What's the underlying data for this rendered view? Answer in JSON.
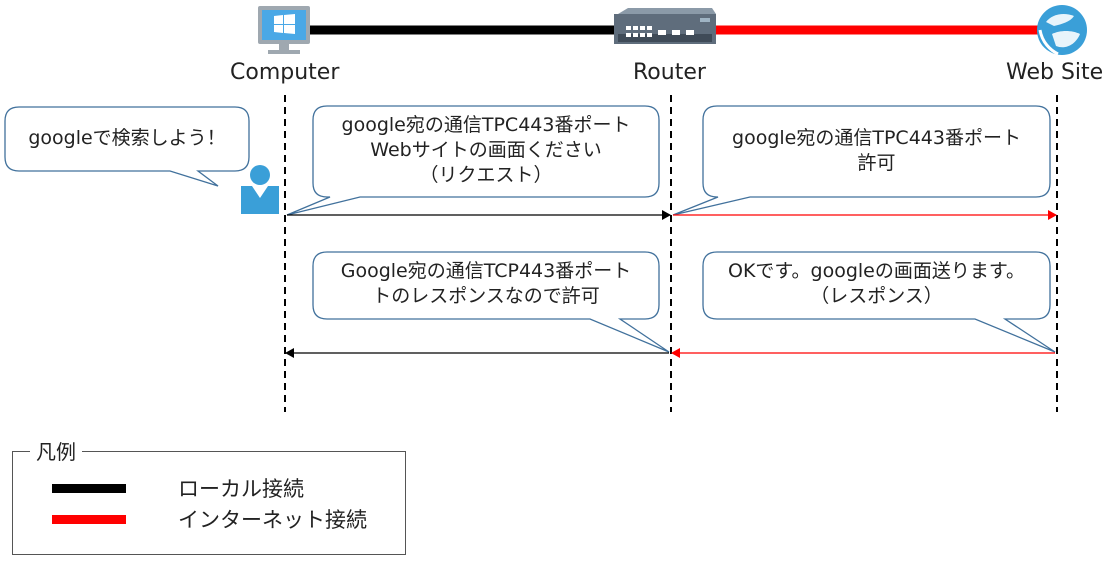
{
  "nodes": {
    "computer": "Computer",
    "router": "Router",
    "website": "Web Site"
  },
  "bubbles": {
    "user_thought": [
      "googleで検索しよう！"
    ],
    "request_local": [
      "google宛の通信TPC443番ポート",
      "Webサイトの画面ください",
      "（リクエスト）"
    ],
    "request_internet": [
      "google宛の通信TPC443番ポート",
      "許可"
    ],
    "response_local": [
      "Google宛の通信TCP443番ポート",
      "トのレスポンスなので許可"
    ],
    "response_internet": [
      "OKです。googleの画面送ります。",
      "（レスポンス）"
    ]
  },
  "legend": {
    "title": "凡例",
    "items": [
      {
        "label": "ローカル接続",
        "color": "#000000"
      },
      {
        "label": "インターネット接続",
        "color": "#ff0000"
      }
    ]
  },
  "colors": {
    "local": "#000000",
    "internet": "#ff0000",
    "icon_blue": "#3a9fd8"
  }
}
